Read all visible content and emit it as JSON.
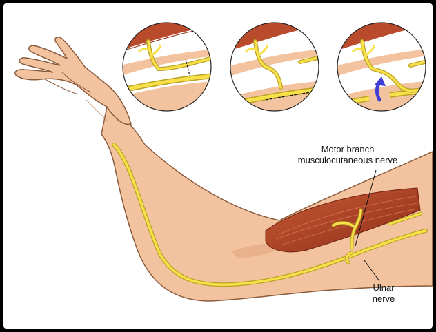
{
  "labels": {
    "motor_branch": {
      "line1": "Motor branch",
      "line2": "musculocutaneous nerve"
    },
    "ulnar_nerve": {
      "line1": "Ulnar",
      "line2": "nerve"
    }
  },
  "colors": {
    "skin": "#f2c39e",
    "skin_outline": "#8a5a3c",
    "muscle": "#b94a2c",
    "muscle_dark": "#8e2f18",
    "nerve": "#f7e04a",
    "nerve_outline": "#b9a224",
    "arrow": "#3f3fd6",
    "background": "#ffffff",
    "frame": "#000000"
  },
  "icons": {
    "arrow": "curved-arrow-up-icon",
    "cut_mark": "incision-line-icon"
  }
}
